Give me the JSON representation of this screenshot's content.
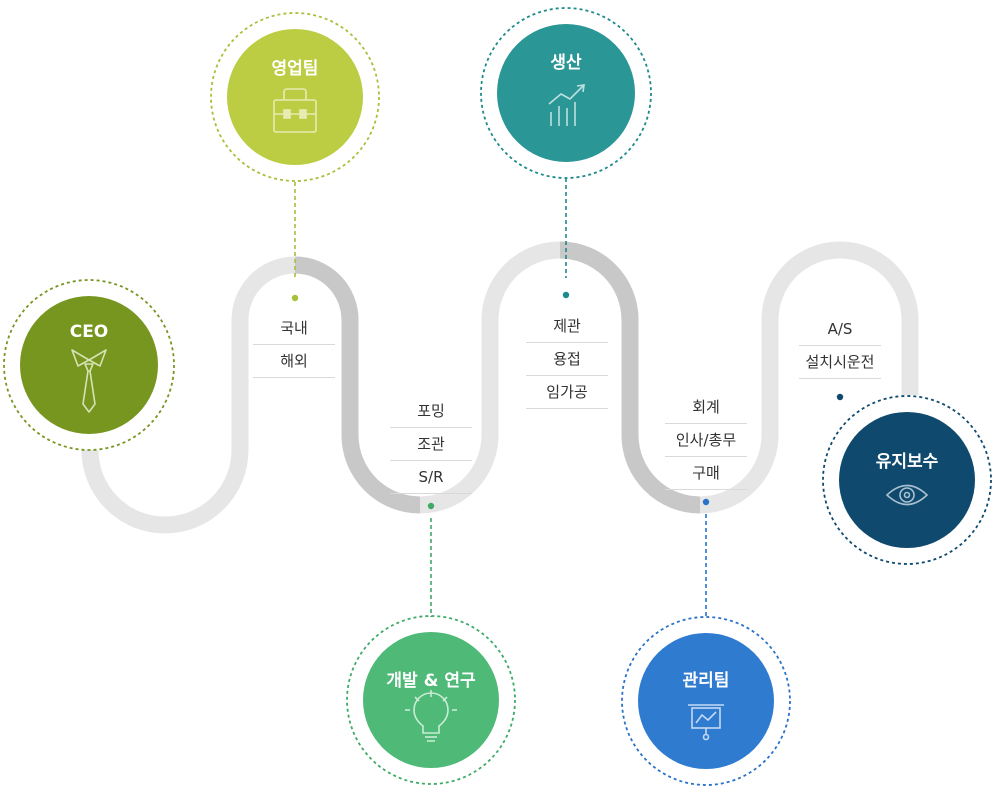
{
  "nodes": {
    "ceo": {
      "title": "CEO",
      "fill": "#779620",
      "ring": "#779620",
      "icon": "tie-icon"
    },
    "sales": {
      "title": "영업팀",
      "fill": "#bccd44",
      "ring": "#a7c03a",
      "icon": "briefcase-icon"
    },
    "production": {
      "title": "생산",
      "fill": "#2a9696",
      "ring": "#1f8a8a",
      "icon": "growth-chart-icon"
    },
    "rnd": {
      "title": "개발 & 연구",
      "fill": "#4fb978",
      "ring": "#3faa68",
      "icon": "lightbulb-icon"
    },
    "management": {
      "title": "관리팀",
      "fill": "#2f7bd0",
      "ring": "#2a72c8",
      "icon": "presentation-board-icon"
    },
    "maintenance": {
      "title": "유지보수",
      "fill": "#0f4a6e",
      "ring": "#0f4a6e",
      "icon": "eye-icon"
    }
  },
  "departments": {
    "sales": [
      "국내",
      "해외"
    ],
    "rnd": [
      "포밍",
      "조관",
      "S/R"
    ],
    "production": [
      "제관",
      "용접",
      "임가공"
    ],
    "management": [
      "회계",
      "인사/총무",
      "구매"
    ],
    "maintenance": [
      "A/S",
      "설치시운전"
    ]
  },
  "colors": {
    "track_light": "#e6e6e6",
    "track_dark": "#c8c8c8",
    "text": "#333333",
    "divider": "#d9d9d9"
  }
}
